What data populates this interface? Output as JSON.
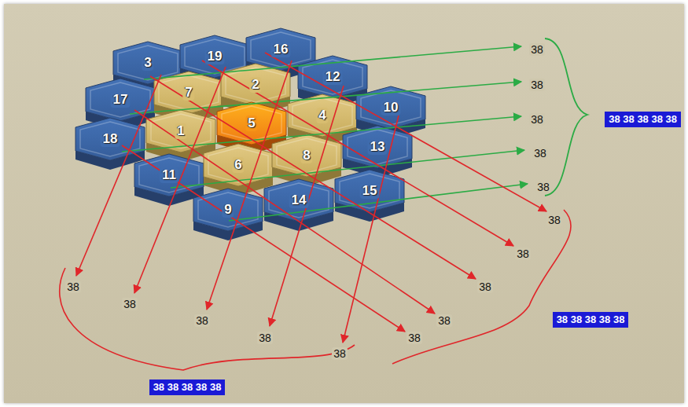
{
  "diagram": {
    "nodes": [
      {
        "text": [
          "3"
        ]
      },
      {
        "text": [
          "19"
        ]
      },
      {
        "text": [
          "16"
        ]
      },
      {
        "text": [
          "17"
        ]
      },
      {
        "text": [
          "7"
        ]
      },
      {
        "text": [
          "2"
        ]
      },
      {
        "text": [
          "12"
        ]
      },
      {
        "text": [
          "18"
        ]
      },
      {
        "text": [
          "1"
        ]
      },
      {
        "text": [
          "5"
        ]
      },
      {
        "text": [
          "4"
        ]
      },
      {
        "text": [
          "10"
        ]
      },
      {
        "text": [
          "11"
        ]
      },
      {
        "text": [
          "6"
        ]
      },
      {
        "text": [
          "8"
        ]
      },
      {
        "text": [
          "13"
        ]
      },
      {
        "text": [
          "9"
        ]
      },
      {
        "text": [
          "14"
        ]
      },
      {
        "text": [
          "15"
        ]
      },
      {
        "text": [
          "38 38 38 38 38"
        ]
      },
      {
        "text": [
          "38 38 38 38 38"
        ]
      },
      {
        "text": [
          "38 38 38 38 38"
        ]
      }
    ],
    "labels": [
      "38",
      "38",
      "38",
      "38",
      "38",
      "38",
      "38",
      "38",
      "38",
      "38",
      "38",
      "38",
      "38",
      "38",
      "38"
    ]
  }
}
